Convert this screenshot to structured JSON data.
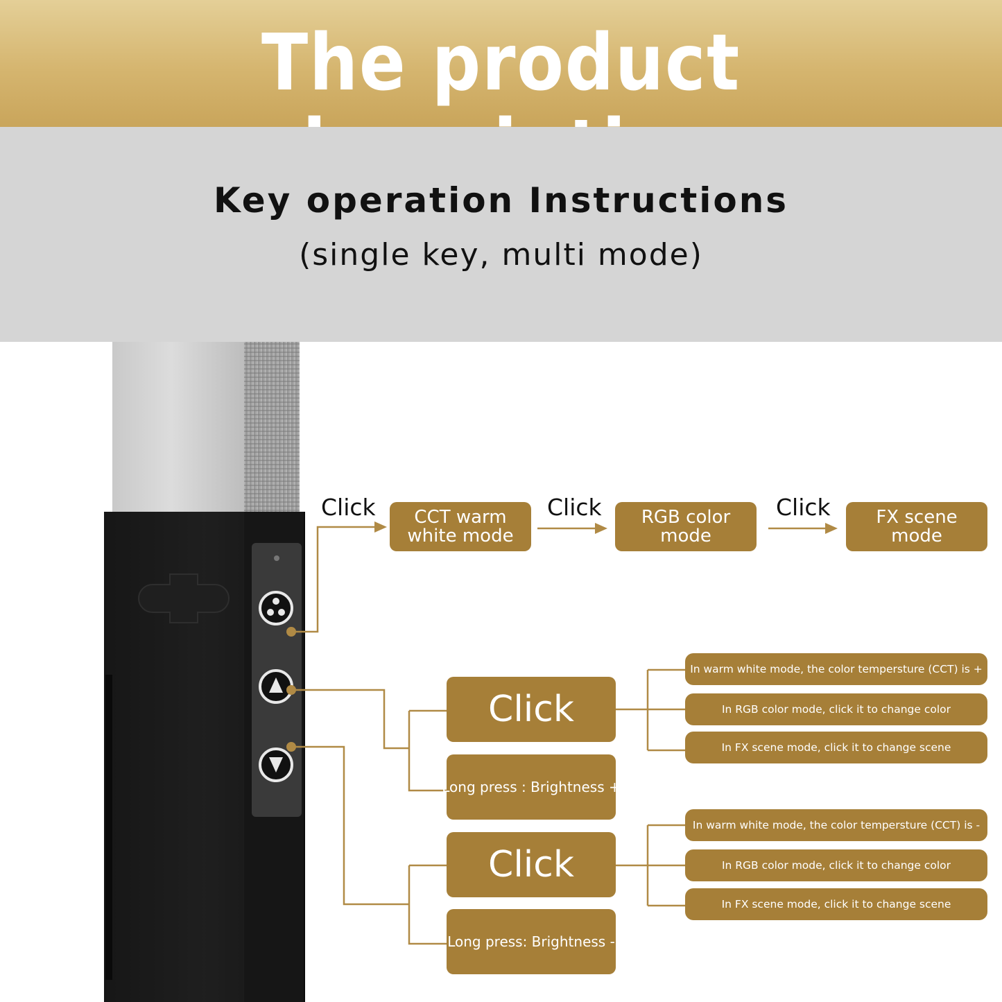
{
  "header": {
    "title": "The product description"
  },
  "band": {
    "title": "Key operation Instructions",
    "subtitle": "(single key, multi mode)"
  },
  "modes": {
    "click_1": "Click",
    "click_2": "Click",
    "click_3": "Click",
    "cct_line1": "CCT warm",
    "cct_line2": "white mode",
    "rgb_line1": "RGB color",
    "rgb_line2": "mode",
    "fx_line1": "FX scene",
    "fx_line2": "mode"
  },
  "up_key": {
    "click": "Click",
    "long_press": "Long press : Brightness +",
    "details": [
      "In warm white mode, the color tempersture (CCT) is +",
      "In RGB color mode, click it to change color",
      "In FX scene mode, click it to change scene"
    ]
  },
  "down_key": {
    "click": "Click",
    "long_press": "Long press: Brightness -",
    "details": [
      "In warm white mode, the color tempersture (CCT) is -",
      "In RGB color mode, click it to change color",
      "In FX scene mode, click it to change scene"
    ]
  },
  "colors": {
    "box": "#a67f38",
    "line": "#b08a45",
    "header_gold": "#d5b56f",
    "band_grey": "#d5d5d5"
  }
}
